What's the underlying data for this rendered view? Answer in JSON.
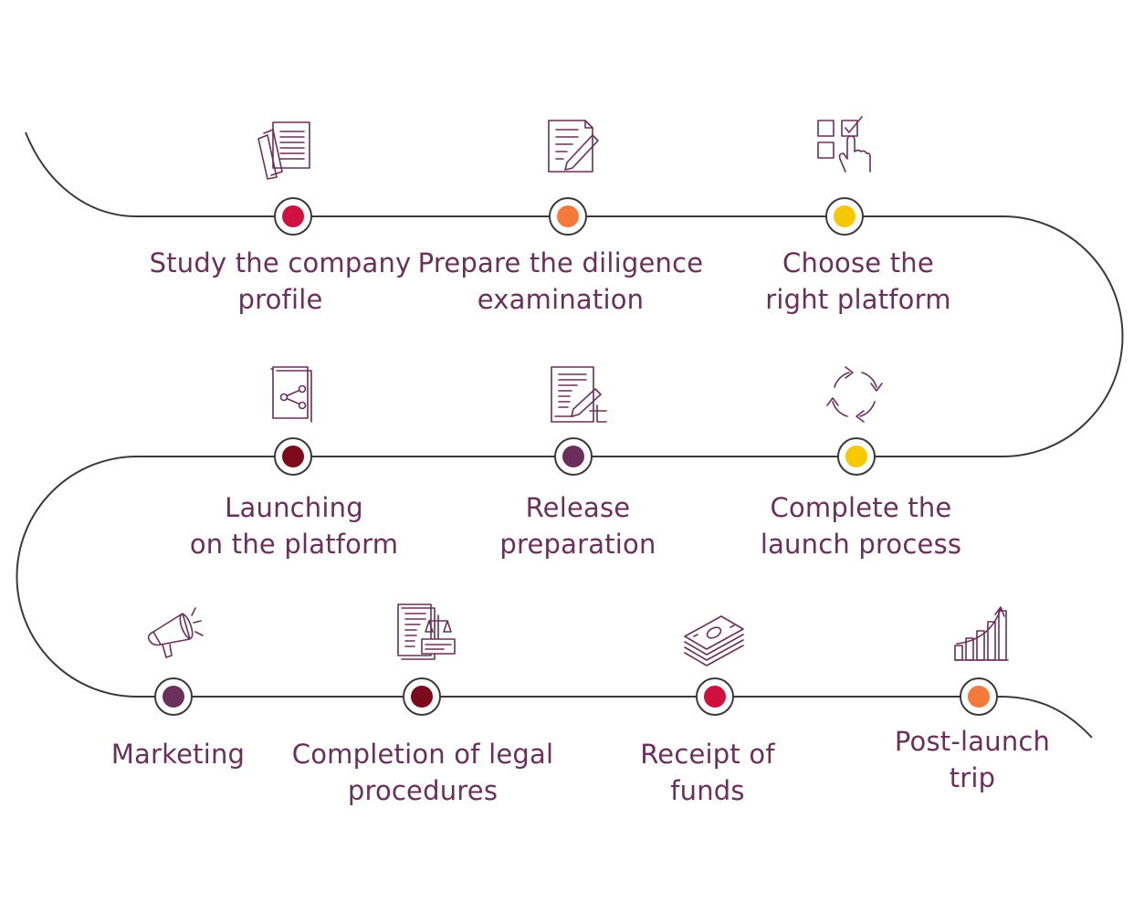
{
  "colors": {
    "path": "#3a3a3a",
    "text": "#6b2f5b",
    "icon": "#6b2f5b",
    "ring": "#3a3a3a",
    "crimson": "#d0113f",
    "orange": "#f47a3c",
    "yellow": "#f5c800",
    "maroon": "#7d0a1c",
    "plum": "#6b2f5b"
  },
  "steps": [
    {
      "line1": "Study the company",
      "line2": "profile",
      "icon": "documents-stack-icon",
      "dot": "crimson"
    },
    {
      "line1": "Prepare the diligence",
      "line2": "examination",
      "icon": "document-pen-icon",
      "dot": "orange"
    },
    {
      "line1": "Choose the",
      "line2": "right platform",
      "icon": "checklist-hand-icon",
      "dot": "yellow"
    },
    {
      "line1": "Launching",
      "line2": "on the platform",
      "icon": "share-document-icon",
      "dot": "maroon"
    },
    {
      "line1": "Release",
      "line2": "preparation",
      "icon": "contract-sign-icon",
      "dot": "plum"
    },
    {
      "line1": "Complete the",
      "line2": "launch process",
      "icon": "cycle-arrows-icon",
      "dot": "yellow"
    },
    {
      "line1": "Marketing",
      "line2": "",
      "icon": "megaphone-icon",
      "dot": "plum"
    },
    {
      "line1": "Completion of legal",
      "line2": "procedures",
      "icon": "legal-documents-icon",
      "dot": "maroon"
    },
    {
      "line1": "Receipt of",
      "line2": "funds",
      "icon": "cash-stack-icon",
      "dot": "crimson"
    },
    {
      "line1": "Post-launch",
      "line2": "trip",
      "icon": "growth-chart-icon",
      "dot": "orange"
    }
  ]
}
